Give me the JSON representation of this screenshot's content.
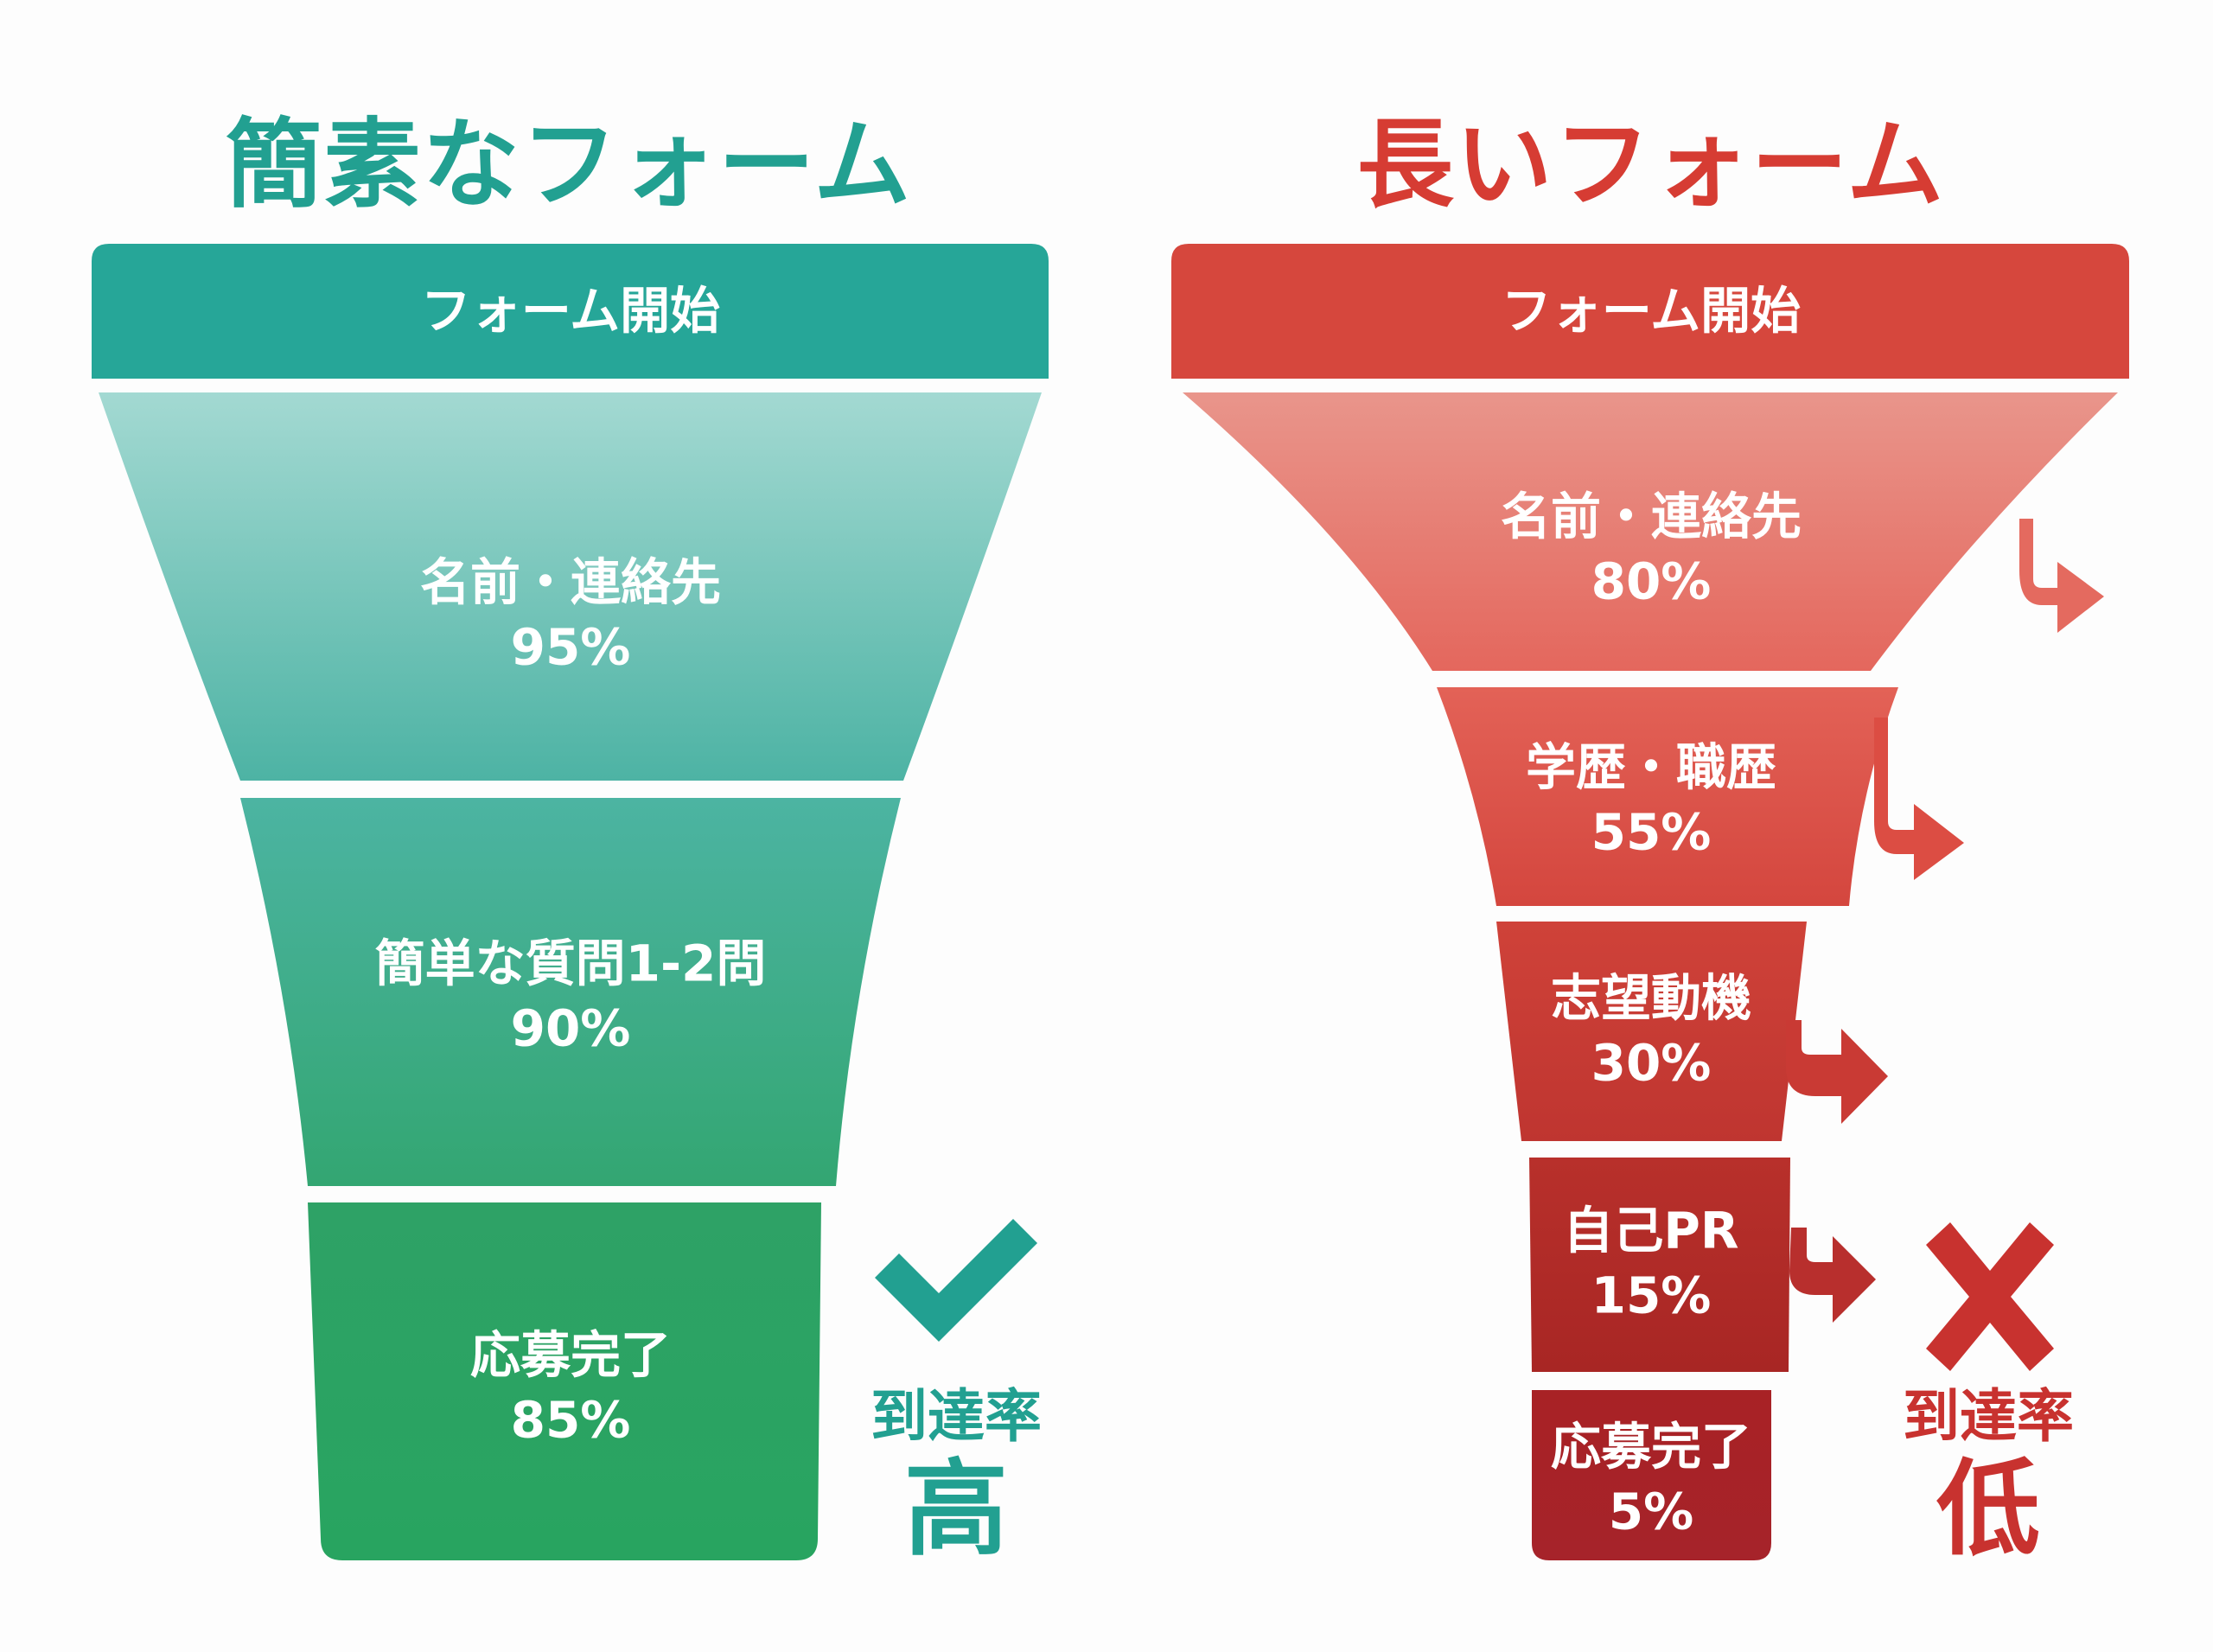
{
  "left": {
    "title": "簡素なフォーム",
    "color": "#22a091",
    "stages": [
      {
        "label": "フォーム開始",
        "value": ""
      },
      {
        "label": "名前・連絡先",
        "value": "95%"
      },
      {
        "label": "簡単な質問1-2問",
        "value": "90%"
      },
      {
        "label": "応募完了",
        "value": "85%"
      }
    ],
    "verdict": {
      "icon": "check-icon",
      "label": "到達率",
      "level": "高"
    }
  },
  "right": {
    "title": "長いフォーム",
    "color": "#d63c33",
    "stages": [
      {
        "label": "フォーム開始",
        "value": ""
      },
      {
        "label": "名前・連絡先",
        "value": "80%"
      },
      {
        "label": "学歴・職歴",
        "value": "55%"
      },
      {
        "label": "志望動機",
        "value": "30%"
      },
      {
        "label": "自己PR",
        "value": "15%"
      },
      {
        "label": "応募完了",
        "value": "5%"
      }
    ],
    "dropoff_arrows": 4,
    "verdict": {
      "icon": "cross-icon",
      "label": "到達率",
      "level": "低"
    }
  },
  "chart_data": {
    "type": "funnel",
    "title": "簡素なフォーム vs 長いフォーム",
    "series": [
      {
        "name": "簡素なフォーム",
        "categories": [
          "フォーム開始",
          "名前・連絡先",
          "簡単な質問1-2問",
          "応募完了"
        ],
        "values": [
          100,
          95,
          90,
          85
        ]
      },
      {
        "name": "長いフォーム",
        "categories": [
          "フォーム開始",
          "名前・連絡先",
          "学歴・職歴",
          "志望動機",
          "自己PR",
          "応募完了"
        ],
        "values": [
          100,
          80,
          55,
          30,
          15,
          5
        ]
      }
    ],
    "annotations": [
      "到達率 高",
      "到達率 低"
    ]
  }
}
